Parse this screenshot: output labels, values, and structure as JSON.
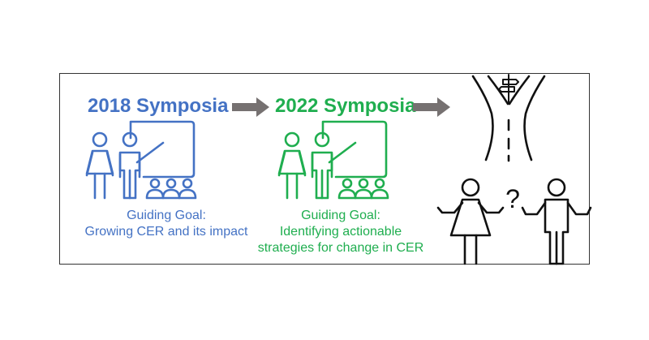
{
  "colors": {
    "symposia_2018": "#4472c4",
    "symposia_2022": "#1fae4f",
    "arrow": "#767171",
    "figure": "#111111",
    "border": "#333333"
  },
  "stage_2018": {
    "title": "2018 Symposia",
    "goal_line1": "Guiding Goal:",
    "goal_line2": "Growing CER and its impact"
  },
  "stage_2022": {
    "title": "2022 Symposia",
    "goal_line1": "Guiding Goal:",
    "goal_line2": "Identifying actionable",
    "goal_line3": "strategies for change in CER"
  },
  "stage_future": {
    "question_mark": "?",
    "icons": [
      "road-fork-icon",
      "signpost-icon",
      "question-mark-icon",
      "shrugging-woman-icon",
      "shrugging-man-icon"
    ]
  }
}
